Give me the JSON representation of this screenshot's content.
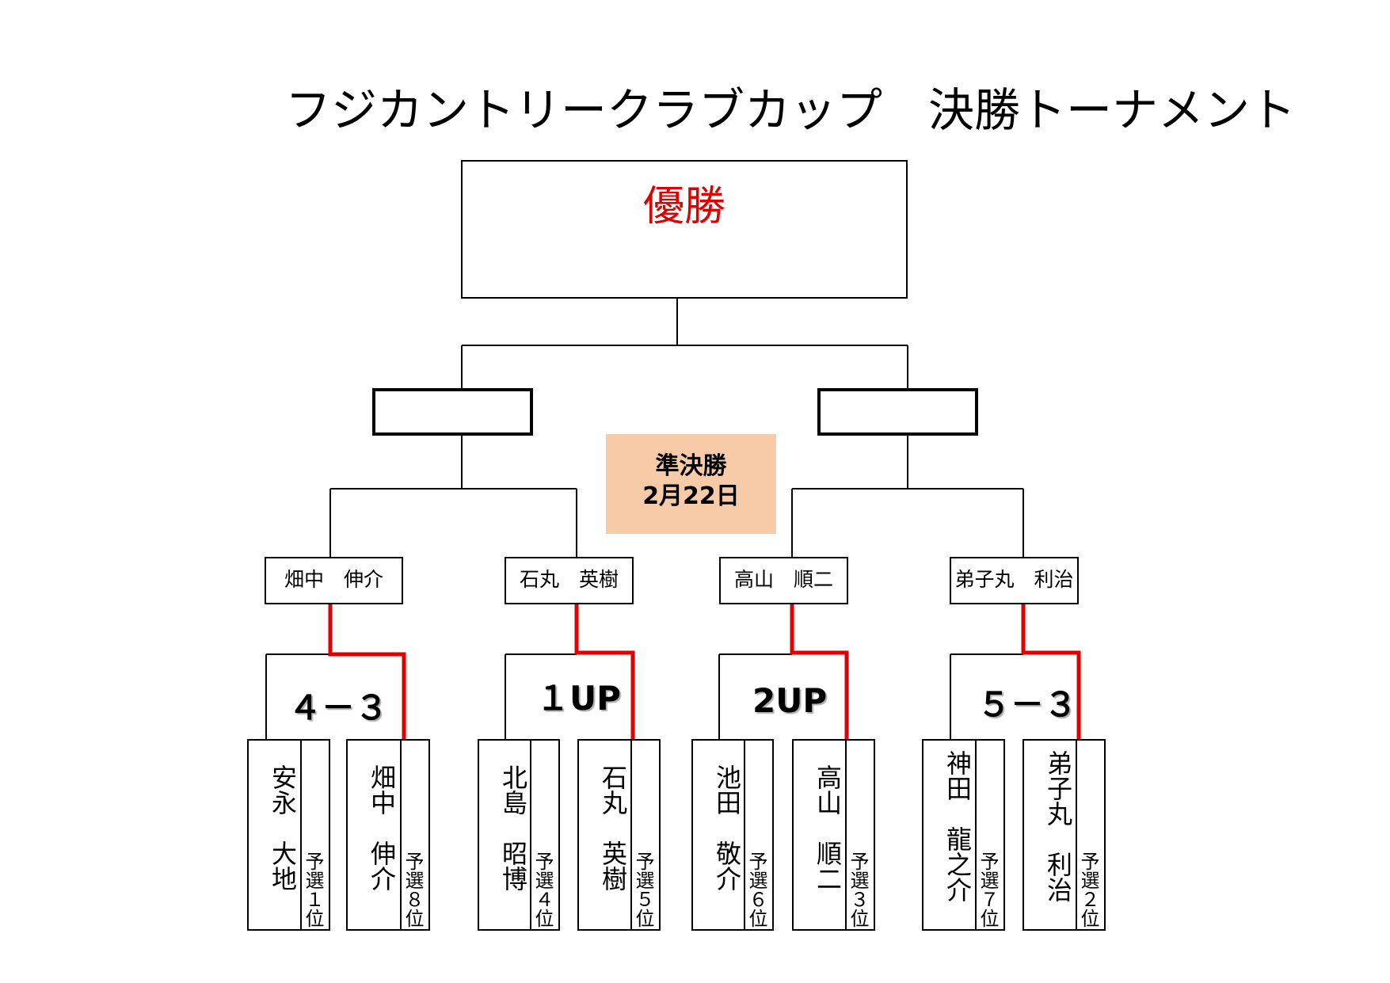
{
  "title": "フジカントリークラブカップ　決勝トーナメント",
  "champion_label": "優勝",
  "semifinal": {
    "line1": "準決勝",
    "line2": "2月22日"
  },
  "colors": {
    "winner_line": "#e00000",
    "semifinal_bg": "#f8cba8",
    "champion_text": "#e00000"
  },
  "matches": [
    {
      "winner": "畑中　伸介",
      "score": "４－３",
      "players": [
        {
          "name": "安永　大地",
          "seed": "予選１位"
        },
        {
          "name": "畑中　伸介",
          "seed": "予選８位"
        }
      ]
    },
    {
      "winner": "石丸　英樹",
      "score": "１UP",
      "players": [
        {
          "name": "北島　昭博",
          "seed": "予選４位"
        },
        {
          "name": "石丸　英樹",
          "seed": "予選５位"
        }
      ]
    },
    {
      "winner": "高山　順二",
      "score": "2UP",
      "players": [
        {
          "name": "池田　敬介",
          "seed": "予選６位"
        },
        {
          "name": "高山　順二",
          "seed": "予選３位"
        }
      ]
    },
    {
      "winner": "弟子丸　利治",
      "score": "５－３",
      "players": [
        {
          "name": "神田　龍之介",
          "seed": "予選７位"
        },
        {
          "name": "弟子丸　利治",
          "seed": "予選２位"
        }
      ]
    }
  ]
}
